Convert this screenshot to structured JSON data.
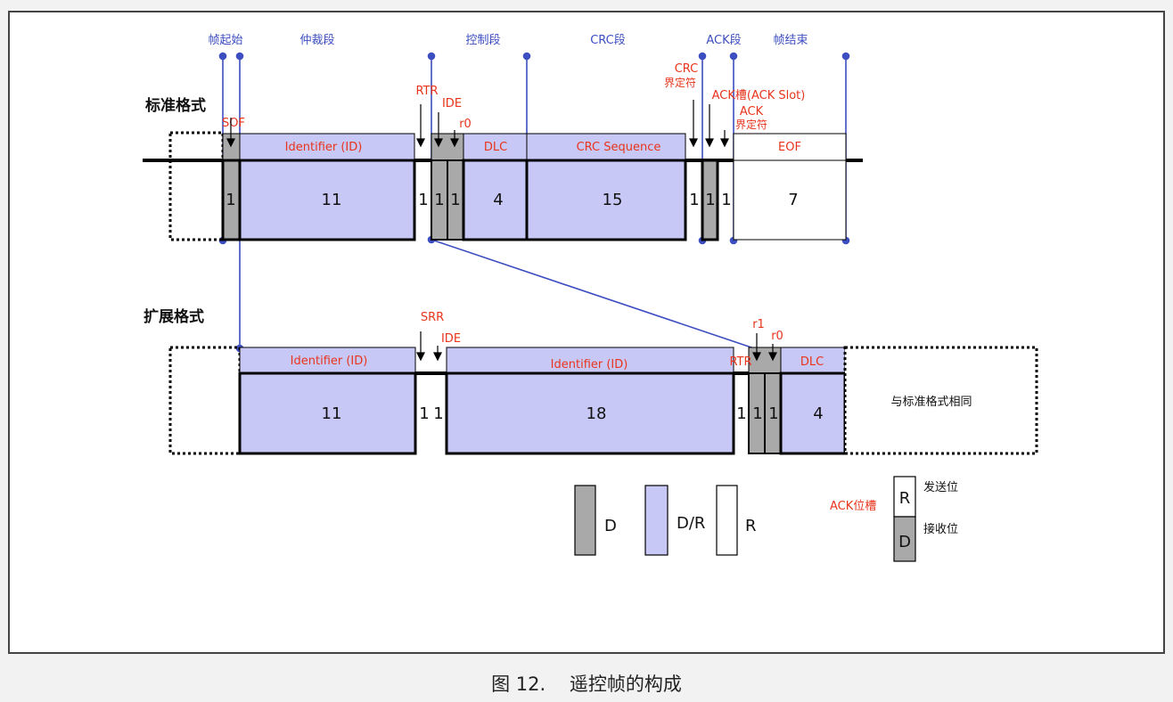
{
  "colors": {
    "phase_blue": "#3d4ec0",
    "label_red": "#e8341c",
    "dom_gray": "#a9a9a9",
    "dr_blue": "#c8c8f6",
    "rec_white": "#ffffff"
  },
  "phases": {
    "sof": "帧起始",
    "arb": "仲裁段",
    "ctrl": "控制段",
    "crc": "CRC段",
    "ack": "ACK段",
    "eof": "帧结束"
  },
  "rows": {
    "standard": "标准格式",
    "extended": "扩展格式"
  },
  "std_labels": {
    "sof": "SOF",
    "identifier": "Identifier (ID)",
    "rtr": "RTR",
    "ide": "IDE",
    "r0": "r0",
    "dlc": "DLC",
    "crc_seq": "CRC Sequence",
    "crc_delim_1": "CRC",
    "crc_delim_2": "界定符",
    "ack_slot": "ACK槽(ACK Slot)",
    "ack_delim_1": "ACK",
    "ack_delim_2": "界定符",
    "eof": "EOF"
  },
  "std_bits": {
    "sof": "1",
    "id": "11",
    "rtr": "1",
    "ide": "1",
    "r0": "1",
    "dlc": "4",
    "crc": "15",
    "crc_delim": "1",
    "ack_slot": "1",
    "ack_delim": "1",
    "eof": "7"
  },
  "ext_labels": {
    "identifier_a": "Identifier (ID)",
    "srr": "SRR",
    "ide": "IDE",
    "identifier_b": "Identifier (ID)",
    "rtr": "RTR",
    "r1": "r1",
    "r0": "r0",
    "dlc": "DLC",
    "same": "与标准格式相同"
  },
  "ext_bits": {
    "id_a": "11",
    "srr": "1",
    "ide": "1",
    "id_b": "18",
    "rtr": "1",
    "r1": "1",
    "r0": "1",
    "dlc": "4"
  },
  "legend": {
    "d": "D",
    "dr": "D/R",
    "r": "R",
    "ack_title": "ACK位槽",
    "send": "发送位",
    "recv": "接收位",
    "r_box": "R",
    "d_box": "D"
  },
  "caption": {
    "fig_no": "图 12.",
    "title": "遥控帧的构成"
  }
}
